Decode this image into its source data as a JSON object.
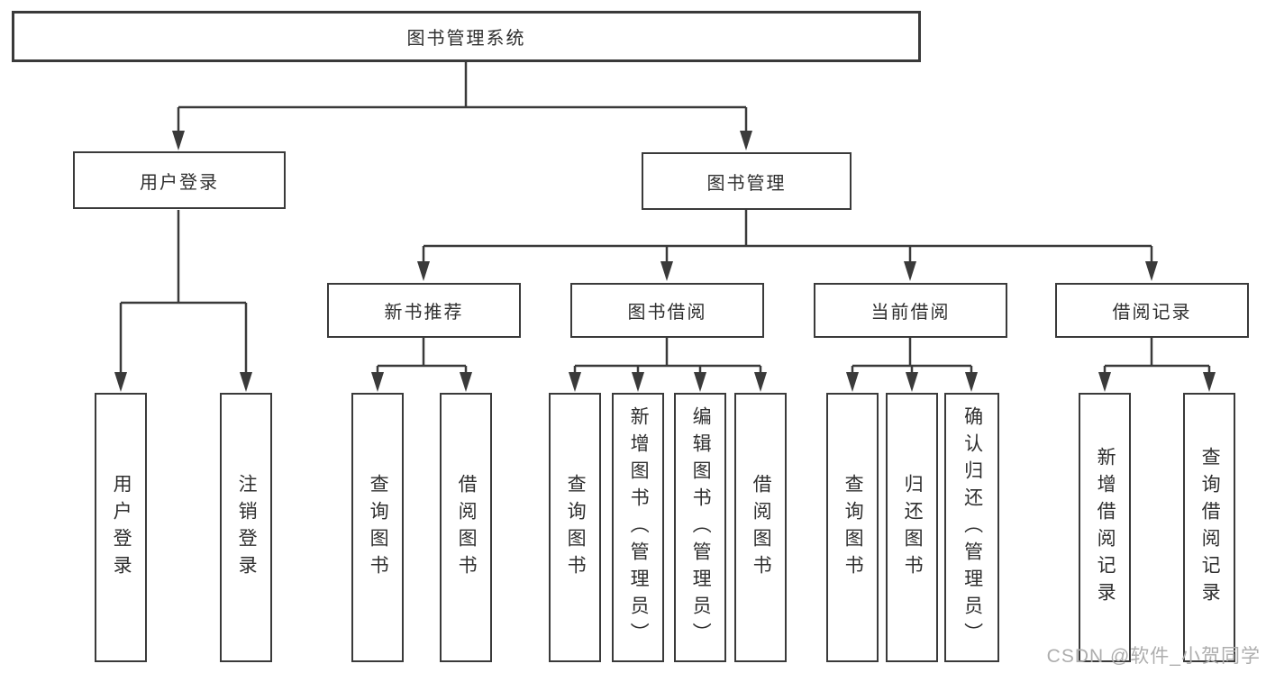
{
  "diagram": {
    "root": {
      "label": "图书管理系统"
    },
    "branches": [
      {
        "label": "用户登录",
        "leaves": [
          "用户登录",
          "注销登录"
        ]
      },
      {
        "label": "图书管理",
        "children": [
          {
            "label": "新书推荐",
            "leaves": [
              "查询图书",
              "借阅图书"
            ]
          },
          {
            "label": "图书借阅",
            "leaves": [
              "查询图书",
              "新增图书（管理员）",
              "编辑图书（管理员）",
              "借阅图书"
            ]
          },
          {
            "label": "当前借阅",
            "leaves": [
              "查询图书",
              "归还图书",
              "确认归还（管理员）"
            ]
          },
          {
            "label": "借阅记录",
            "leaves": [
              "新增借阅记录",
              "查询借阅记录"
            ]
          }
        ]
      }
    ]
  },
  "watermark": {
    "text": "CSDN @软件_小贺同学"
  },
  "colors": {
    "line": "#3a3a3a",
    "text": "#2f2f2f",
    "watermark": "#adadad",
    "background": "#ffffff"
  }
}
